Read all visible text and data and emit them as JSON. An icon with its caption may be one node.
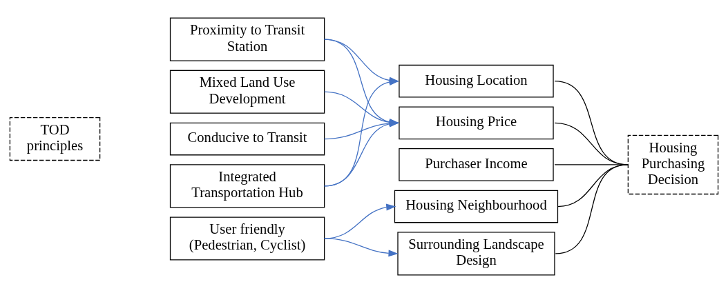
{
  "diagram": {
    "nodes": [
      {
        "text": [
          "TOD principles"
        ]
      },
      {
        "text": [
          "Proximity to Transit Station"
        ]
      },
      {
        "text": [
          "Mixed Land Use Development"
        ]
      },
      {
        "text": [
          "Conducive to Transit"
        ]
      },
      {
        "text": [
          "Integrated Transportation Hub"
        ]
      },
      {
        "text": [
          "User friendly (Pedestrian, Cyclist)"
        ]
      },
      {
        "text": [
          "Housing Location"
        ]
      },
      {
        "text": [
          "Housing Price"
        ]
      },
      {
        "text": [
          "Purchaser Income"
        ]
      },
      {
        "text": [
          "Housing Neighbourhood"
        ]
      },
      {
        "text": [
          "Surrounding Landscape Design"
        ]
      },
      {
        "text": [
          "Housing Purchasing Decision"
        ]
      }
    ],
    "edges": [
      {
        "from": 1,
        "to": 6,
        "arrow": "to"
      },
      {
        "from": 1,
        "to": 7,
        "arrow": "to"
      },
      {
        "from": 2,
        "to": 7,
        "arrow": "to"
      },
      {
        "from": 3,
        "to": 7,
        "arrow": "to"
      },
      {
        "from": 4,
        "to": 6,
        "arrow": "to"
      },
      {
        "from": 4,
        "to": 7,
        "arrow": "to"
      },
      {
        "from": 5,
        "to": 9,
        "arrow": "to"
      },
      {
        "from": 5,
        "to": 10,
        "arrow": "to"
      },
      {
        "from": 6,
        "to": 11,
        "arrow": "none",
        "color": "#000000"
      },
      {
        "from": 7,
        "to": 11,
        "arrow": "none",
        "color": "#000000"
      },
      {
        "from": 8,
        "to": 11,
        "arrow": "none",
        "color": "#000000"
      },
      {
        "from": 9,
        "to": 11,
        "arrow": "none",
        "color": "#000000"
      },
      {
        "from": 10,
        "to": 11,
        "arrow": "none",
        "color": "#000000"
      }
    ]
  }
}
